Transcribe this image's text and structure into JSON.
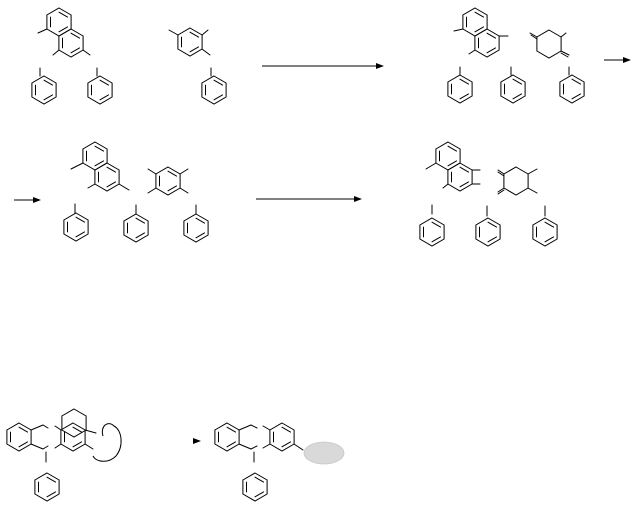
{
  "scheme": {
    "rows": [
      {
        "name": "row-1",
        "steps": [
          {
            "type": "reactants",
            "species": [
              "naphthalene-core",
              "phenyl",
              "phenyl",
              "xylene-core",
              "phenyl"
            ]
          },
          {
            "type": "arrow"
          },
          {
            "type": "intermediate",
            "species": [
              "naphthalene-core",
              "quinoid-ring",
              "phenyl",
              "phenyl",
              "phenyl"
            ]
          },
          {
            "type": "arrow-continue"
          }
        ]
      },
      {
        "name": "row-2",
        "steps": [
          {
            "type": "arrow-continue"
          },
          {
            "type": "intermediate",
            "species": [
              "naphthalene-core",
              "tetrasubstituted-benzene",
              "phenyl",
              "phenyl",
              "phenyl"
            ]
          },
          {
            "type": "arrow"
          },
          {
            "type": "product",
            "species": [
              "naphthalene-core",
              "quinoid-ring",
              "phenyl",
              "phenyl",
              "phenyl"
            ]
          }
        ]
      },
      {
        "name": "row-3",
        "steps": [
          {
            "type": "reactant",
            "species": [
              "fused-tricyclic-core",
              "phenyl",
              "curved-arrow-ring"
            ]
          },
          {
            "type": "arrow"
          },
          {
            "type": "product",
            "species": [
              "fused-tricyclic-core",
              "phenyl",
              "gray-substituent"
            ]
          }
        ]
      }
    ],
    "colors": {
      "ink": "#000000",
      "highlight": "#d9d9d9"
    }
  }
}
